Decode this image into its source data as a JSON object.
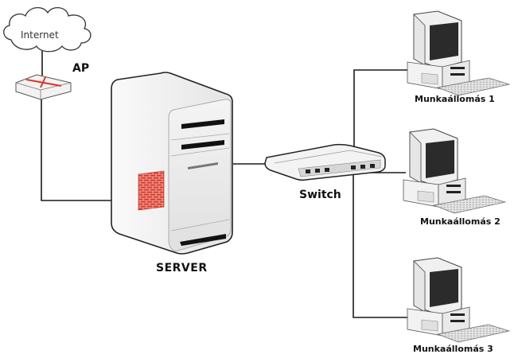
{
  "diagram": {
    "type": "network-topology",
    "nodes": [
      {
        "id": "internet",
        "label": "Internet",
        "kind": "cloud"
      },
      {
        "id": "ap",
        "label": "AP",
        "kind": "access-point"
      },
      {
        "id": "server",
        "label": "SERVER",
        "kind": "server",
        "features": [
          "firewall"
        ]
      },
      {
        "id": "switch",
        "label": "Switch",
        "kind": "switch"
      },
      {
        "id": "ws1",
        "label": "Munkaállomás 1",
        "kind": "workstation"
      },
      {
        "id": "ws2",
        "label": "Munkaállomás 2",
        "kind": "workstation"
      },
      {
        "id": "ws3",
        "label": "Munkaállomás 3",
        "kind": "workstation"
      }
    ],
    "edges": [
      {
        "from": "internet",
        "to": "ap"
      },
      {
        "from": "ap",
        "to": "server"
      },
      {
        "from": "server",
        "to": "switch"
      },
      {
        "from": "switch",
        "to": "ws1"
      },
      {
        "from": "switch",
        "to": "ws2"
      },
      {
        "from": "switch",
        "to": "ws3"
      }
    ]
  },
  "labels": {
    "internet": "Internet",
    "ap": "AP",
    "server": "SERVER",
    "switch": "Switch",
    "ws1": "Munkaállomás 1",
    "ws2": "Munkaállomás 2",
    "ws3": "Munkaállomás 3"
  },
  "colors": {
    "line": "#1a1a1a",
    "device_body": "#f2f2f2",
    "device_outline": "#333333",
    "screen": "#2b2b2b",
    "firewall": "#d83a2e",
    "ap_mark": "#d9352a"
  }
}
